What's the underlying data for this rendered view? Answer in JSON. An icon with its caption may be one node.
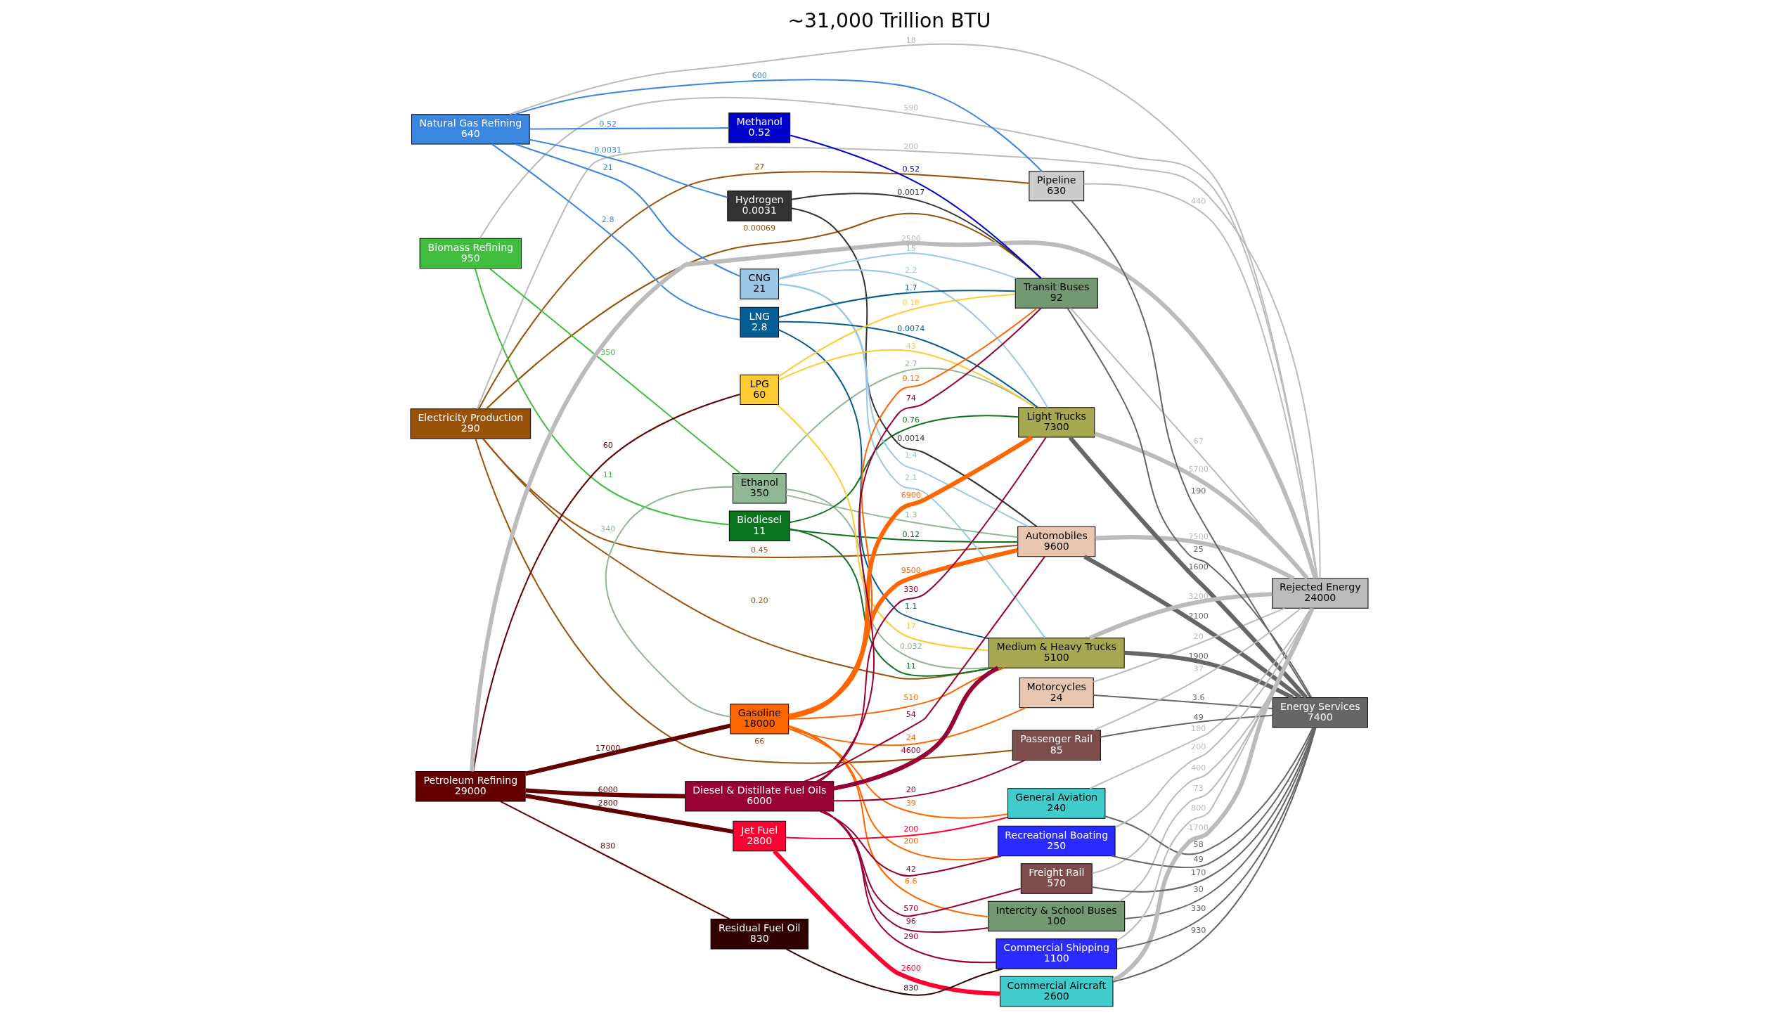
{
  "diagram": {
    "title": "~31,000 Trillion BTU",
    "nodes": [
      {
        "text": [
          "Electricity Production",
          "290"
        ]
      },
      {
        "text": [
          "Biomass Refining",
          "950"
        ]
      },
      {
        "text": [
          "Natural Gas Refining",
          "640"
        ]
      },
      {
        "text": [
          "Petroleum Refining",
          "29000"
        ]
      },
      {
        "text": [
          "Ethanol",
          "350"
        ]
      },
      {
        "text": [
          "Biodiesel",
          "11"
        ]
      },
      {
        "text": [
          "Hydrogen",
          "0.0031"
        ]
      },
      {
        "text": [
          "CNG",
          "21"
        ]
      },
      {
        "text": [
          "Methanol",
          "0.52"
        ]
      },
      {
        "text": [
          "LNG",
          "2.8"
        ]
      },
      {
        "text": [
          "LPG",
          "60"
        ]
      },
      {
        "text": [
          "Gasoline",
          "18000"
        ]
      },
      {
        "text": [
          "Jet Fuel",
          "2800"
        ]
      },
      {
        "text": [
          "Diesel & Distillate Fuel Oils",
          "6000"
        ]
      },
      {
        "text": [
          "Residual Fuel Oil",
          "830"
        ]
      },
      {
        "text": [
          "Automobiles",
          "9600"
        ]
      },
      {
        "text": [
          "Motorcycles",
          "24"
        ]
      },
      {
        "text": [
          "Light Trucks",
          "7300"
        ]
      },
      {
        "text": [
          "Medium & Heavy Trucks",
          "5100"
        ]
      },
      {
        "text": [
          "Transit Buses",
          "92"
        ]
      },
      {
        "text": [
          "Intercity & School Buses",
          "100"
        ]
      },
      {
        "text": [
          "Pipeline",
          "630"
        ]
      },
      {
        "text": [
          "General Aviation",
          "240"
        ]
      },
      {
        "text": [
          "Commercial Aircraft",
          "2600"
        ]
      },
      {
        "text": [
          "Passenger Rail",
          "85"
        ]
      },
      {
        "text": [
          "Freight Rail",
          "570"
        ]
      },
      {
        "text": [
          "Recreational Boating",
          "250"
        ]
      },
      {
        "text": [
          "Commercial Shipping",
          "1100"
        ]
      },
      {
        "text": [
          "Rejected Energy",
          "24000"
        ]
      },
      {
        "text": [
          "Energy Services",
          "7400"
        ]
      }
    ],
    "edges": [
      {
        "from": 0,
        "to": 28,
        "arrow": "none",
        "label": "200",
        "color": "#bbbbbb"
      },
      {
        "from": 0,
        "to": 15,
        "arrow": "none",
        "label": "0.45",
        "color": "#9a5208"
      },
      {
        "from": 0,
        "to": 18,
        "arrow": "none",
        "label": "0.20",
        "color": "#9a5208"
      },
      {
        "from": 0,
        "to": 19,
        "arrow": "none",
        "label": "0.00069",
        "color": "#9a5208"
      },
      {
        "from": 0,
        "to": 21,
        "arrow": "none",
        "label": "27",
        "color": "#9a5208"
      },
      {
        "from": 0,
        "to": 24,
        "arrow": "none",
        "label": "66",
        "color": "#9a5208"
      },
      {
        "from": 1,
        "to": 28,
        "arrow": "none",
        "label": "590",
        "color": "#bbbbbb"
      },
      {
        "from": 1,
        "to": 4,
        "arrow": "none",
        "label": "350",
        "color": "#41bd40"
      },
      {
        "from": 1,
        "to": 5,
        "arrow": "none",
        "label": "11",
        "color": "#41bd40"
      },
      {
        "from": 2,
        "to": 28,
        "arrow": "none",
        "label": "18",
        "color": "#bbbbbb"
      },
      {
        "from": 2,
        "to": 6,
        "arrow": "none",
        "label": "0.0031",
        "color": "#3a86e0"
      },
      {
        "from": 2,
        "to": 7,
        "arrow": "none",
        "label": "21",
        "color": "#3a86e0"
      },
      {
        "from": 2,
        "to": 8,
        "arrow": "none",
        "label": "0.52",
        "color": "#3a86e0"
      },
      {
        "from": 2,
        "to": 9,
        "arrow": "none",
        "label": "2.8",
        "color": "#3a86e0"
      },
      {
        "from": 2,
        "to": 21,
        "arrow": "none",
        "label": "600",
        "color": "#3a86e0"
      },
      {
        "from": 3,
        "to": 10,
        "arrow": "none",
        "label": "60",
        "color": "#640000"
      },
      {
        "from": 3,
        "to": 11,
        "arrow": "none",
        "label": "17000",
        "color": "#640000",
        "style": "thick"
      },
      {
        "from": 3,
        "to": 12,
        "arrow": "none",
        "label": "2800",
        "color": "#640000",
        "style": "thick"
      },
      {
        "from": 3,
        "to": 13,
        "arrow": "none",
        "label": "6000",
        "color": "#640000",
        "style": "thick"
      },
      {
        "from": 3,
        "to": 14,
        "arrow": "none",
        "label": "830",
        "color": "#640000"
      },
      {
        "from": 3,
        "to": 28,
        "arrow": "none",
        "label": "2500",
        "color": "#bbbbbb",
        "style": "thick"
      },
      {
        "from": 4,
        "to": 15,
        "arrow": "none",
        "label": "1.3",
        "color": "#8fb895"
      },
      {
        "from": 4,
        "to": 17,
        "arrow": "none",
        "label": "2.7",
        "color": "#8fb895"
      },
      {
        "from": 4,
        "to": 18,
        "arrow": "none",
        "label": "0.032",
        "color": "#8fb895"
      },
      {
        "from": 4,
        "to": 11,
        "arrow": "none",
        "label": "340",
        "color": "#8fb895"
      },
      {
        "from": 5,
        "to": 15,
        "arrow": "none",
        "label": "0.12",
        "color": "#0b741f"
      },
      {
        "from": 5,
        "to": 17,
        "arrow": "none",
        "label": "0.76",
        "color": "#0b741f"
      },
      {
        "from": 5,
        "to": 18,
        "arrow": "none",
        "label": "11",
        "color": "#0b741f"
      },
      {
        "from": 6,
        "to": 15,
        "arrow": "none",
        "label": "0.0014",
        "color": "#333333"
      },
      {
        "from": 6,
        "to": 19,
        "arrow": "none",
        "label": "0.0017",
        "color": "#333333"
      },
      {
        "from": 7,
        "to": 15,
        "arrow": "none",
        "label": "1.4",
        "color": "#9ac8e6"
      },
      {
        "from": 7,
        "to": 17,
        "arrow": "none",
        "label": "2.2",
        "color": "#9ac8e6"
      },
      {
        "from": 7,
        "to": 18,
        "arrow": "none",
        "label": "2.1",
        "color": "#9ac8e6"
      },
      {
        "from": 7,
        "to": 19,
        "arrow": "none",
        "label": "15",
        "color": "#9ac8e6"
      },
      {
        "from": 8,
        "to": 19,
        "arrow": "none",
        "label": "0.52",
        "color": "#0000cc"
      },
      {
        "from": 9,
        "to": 17,
        "arrow": "none",
        "label": "0.0074",
        "color": "#065d93"
      },
      {
        "from": 9,
        "to": 18,
        "arrow": "none",
        "label": "1.1",
        "color": "#065d93"
      },
      {
        "from": 9,
        "to": 19,
        "arrow": "none",
        "label": "1.7",
        "color": "#065d93"
      },
      {
        "from": 10,
        "to": 17,
        "arrow": "none",
        "label": "43",
        "color": "#ffcb33"
      },
      {
        "from": 10,
        "to": 18,
        "arrow": "none",
        "label": "17",
        "color": "#ffcb33"
      },
      {
        "from": 10,
        "to": 19,
        "arrow": "none",
        "label": "0.18",
        "color": "#ffcb33"
      },
      {
        "from": 11,
        "to": 15,
        "arrow": "none",
        "label": "9500",
        "color": "#ff6600",
        "style": "thick"
      },
      {
        "from": 11,
        "to": 16,
        "arrow": "none",
        "label": "24",
        "color": "#ff6600"
      },
      {
        "from": 11,
        "to": 17,
        "arrow": "none",
        "label": "6900",
        "color": "#ff6600",
        "style": "thick"
      },
      {
        "from": 11,
        "to": 18,
        "arrow": "none",
        "label": "510",
        "color": "#ff6600"
      },
      {
        "from": 11,
        "to": 19,
        "arrow": "none",
        "label": "0.12",
        "color": "#ff6600"
      },
      {
        "from": 11,
        "to": 20,
        "arrow": "none",
        "label": "6.6",
        "color": "#ff6600"
      },
      {
        "from": 11,
        "to": 22,
        "arrow": "none",
        "label": "39",
        "color": "#ff6600"
      },
      {
        "from": 11,
        "to": 26,
        "arrow": "none",
        "label": "200",
        "color": "#ff6600"
      },
      {
        "from": 12,
        "to": 22,
        "arrow": "none",
        "label": "200",
        "color": "#ff0033"
      },
      {
        "from": 12,
        "to": 23,
        "arrow": "none",
        "label": "2600",
        "color": "#ff0033",
        "style": "thick"
      },
      {
        "from": 13,
        "to": 15,
        "arrow": "none",
        "label": "54",
        "color": "#990033"
      },
      {
        "from": 13,
        "to": 17,
        "arrow": "none",
        "label": "330",
        "color": "#990033"
      },
      {
        "from": 13,
        "to": 18,
        "arrow": "none",
        "label": "4600",
        "color": "#990033",
        "style": "thick"
      },
      {
        "from": 13,
        "to": 19,
        "arrow": "none",
        "label": "74",
        "color": "#990033"
      },
      {
        "from": 13,
        "to": 20,
        "arrow": "none",
        "label": "96",
        "color": "#990033"
      },
      {
        "from": 13,
        "to": 24,
        "arrow": "none",
        "label": "20",
        "color": "#990033"
      },
      {
        "from": 13,
        "to": 25,
        "arrow": "none",
        "label": "570",
        "color": "#990033"
      },
      {
        "from": 13,
        "to": 26,
        "arrow": "none",
        "label": "42",
        "color": "#990033"
      },
      {
        "from": 13,
        "to": 27,
        "arrow": "none",
        "label": "290",
        "color": "#990033"
      },
      {
        "from": 14,
        "to": 27,
        "arrow": "none",
        "label": "830",
        "color": "#330000"
      },
      {
        "from": 15,
        "to": 29,
        "arrow": "none",
        "label": "2100",
        "color": "#666666",
        "style": "thick"
      },
      {
        "from": 15,
        "to": 28,
        "arrow": "none",
        "label": "7500",
        "color": "#bbbbbb",
        "style": "thick"
      },
      {
        "from": 16,
        "to": 29,
        "arrow": "none",
        "label": "3.6",
        "color": "#666666"
      },
      {
        "from": 16,
        "to": 28,
        "arrow": "none",
        "label": "20",
        "color": "#bbbbbb"
      },
      {
        "from": 17,
        "to": 29,
        "arrow": "none",
        "label": "1600",
        "color": "#666666",
        "style": "thick"
      },
      {
        "from": 17,
        "to": 28,
        "arrow": "none",
        "label": "5700",
        "color": "#bbbbbb",
        "style": "thick"
      },
      {
        "from": 18,
        "to": 28,
        "arrow": "none",
        "label": "3200",
        "color": "#bbbbbb",
        "style": "thick"
      },
      {
        "from": 18,
        "to": 29,
        "arrow": "none",
        "label": "1900",
        "color": "#666666",
        "style": "thick"
      },
      {
        "from": 19,
        "to": 28,
        "arrow": "none",
        "label": "67",
        "color": "#bbbbbb"
      },
      {
        "from": 19,
        "to": 29,
        "arrow": "none",
        "label": "25",
        "color": "#666666"
      },
      {
        "from": 20,
        "to": 28,
        "arrow": "none",
        "label": "73",
        "color": "#bbbbbb"
      },
      {
        "from": 20,
        "to": 29,
        "arrow": "none",
        "label": "30",
        "color": "#666666"
      },
      {
        "from": 21,
        "to": 28,
        "arrow": "none",
        "label": "440",
        "color": "#bbbbbb"
      },
      {
        "from": 21,
        "to": 29,
        "arrow": "none",
        "label": "190",
        "color": "#666666"
      },
      {
        "from": 22,
        "to": 28,
        "arrow": "none",
        "label": "180",
        "color": "#bbbbbb"
      },
      {
        "from": 22,
        "to": 29,
        "arrow": "none",
        "label": "58",
        "color": "#666666"
      },
      {
        "from": 23,
        "to": 28,
        "arrow": "none",
        "label": "1700",
        "color": "#bbbbbb",
        "style": "thick"
      },
      {
        "from": 23,
        "to": 29,
        "arrow": "none",
        "label": "930",
        "color": "#666666"
      },
      {
        "from": 24,
        "to": 28,
        "arrow": "none",
        "label": "37",
        "color": "#bbbbbb"
      },
      {
        "from": 24,
        "to": 29,
        "arrow": "none",
        "label": "49",
        "color": "#666666"
      },
      {
        "from": 25,
        "to": 28,
        "arrow": "none",
        "label": "400",
        "color": "#bbbbbb"
      },
      {
        "from": 25,
        "to": 29,
        "arrow": "none",
        "label": "170",
        "color": "#666666"
      },
      {
        "from": 26,
        "to": 28,
        "arrow": "none",
        "label": "200",
        "color": "#bbbbbb"
      },
      {
        "from": 26,
        "to": 29,
        "arrow": "none",
        "label": "49",
        "color": "#666666"
      },
      {
        "from": 27,
        "to": 28,
        "arrow": "none",
        "label": "800",
        "color": "#bbbbbb"
      },
      {
        "from": 27,
        "to": 29,
        "arrow": "none",
        "label": "330",
        "color": "#666666"
      }
    ]
  }
}
